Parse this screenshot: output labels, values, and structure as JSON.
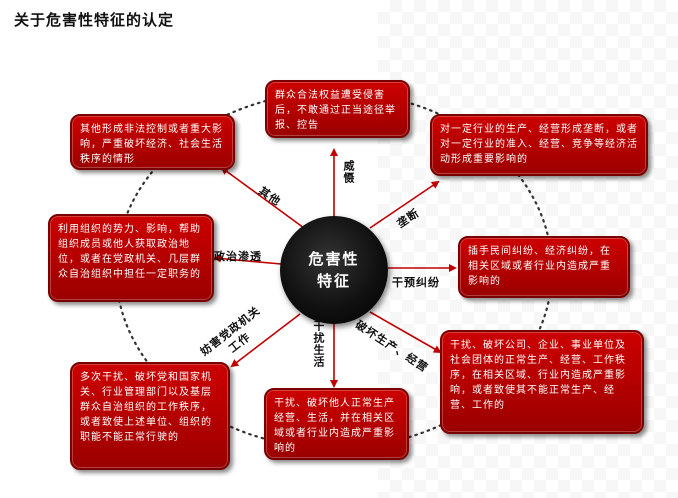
{
  "title": "关于危害性特征的认定",
  "center": "危害性特征",
  "boxes": {
    "top": "群众合法权益遭受侵害后，不敢通过正当途径举报、控告",
    "top_left": "其他形成非法控制或者重大影响，严重破坏经济、社会生活秩序的情形",
    "top_right": "对一定行业的生产、经营形成垄断，或者对一定行业的准入、经营、竞争等经济活动形成重要影响的",
    "left": "利用组织的势力、影响，帮助组织成员或他人获取政治地位，或者在党政机关、几层群众自治组织中担任一定职务的",
    "right": "插手民间纠纷、经济纠纷，在相关区域或者行业内造成严重影响的",
    "bottom_left": "多次干扰、破坏党和国家机关、行业管理部门以及基层群众自治组织的工作秩序，或者致使上述单位、组织的职能不能正常行驶的",
    "bottom": "干扰、破坏他人正常生产经营、生活，并在相关区域或者行业内造成严重影响的",
    "bottom_right": "干扰、破坏公司、企业、事业单位及社会团体的正常生产、经营、工作秩序，在相关区域、行业内造成严重影响，或者致使其不能正常生产、经营、工作的"
  },
  "labels": {
    "fear": "威慑",
    "other": "其他",
    "monopoly": "垄断",
    "political": "政治渗透",
    "dispute": "干预纠纷",
    "party": "妨害党政机关工作",
    "life": "干扰生活",
    "production": "破坏生产、经营"
  },
  "colors": {
    "box_fill": "#c00000",
    "arrow": "#c00000",
    "center": "#111111",
    "ring": "#333333"
  }
}
